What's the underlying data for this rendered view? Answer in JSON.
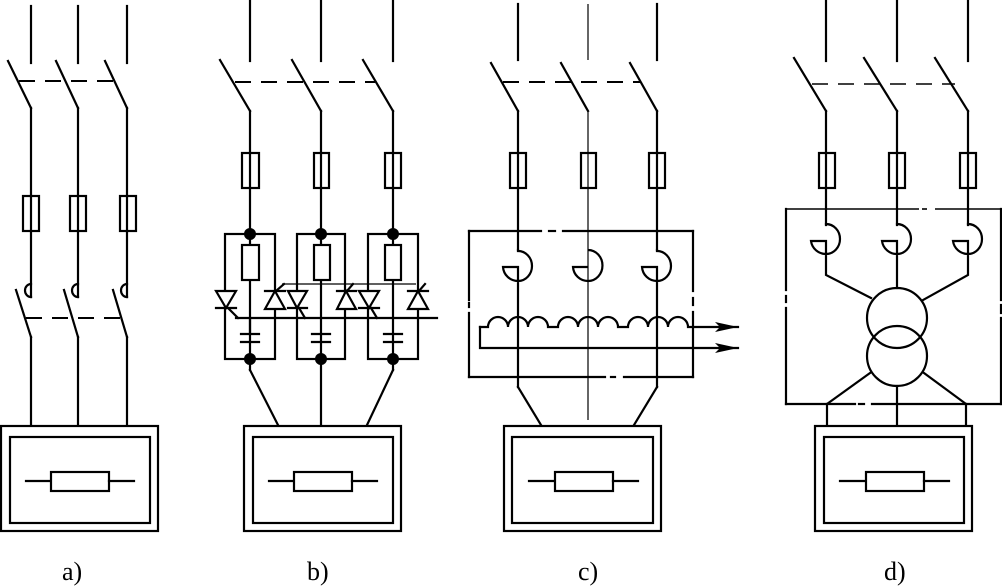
{
  "figure": {
    "type": "electrical-schematic",
    "description": "Four three-phase motor supply circuit variants, each feeding a motor/load box",
    "panels": [
      {
        "id": "a",
        "label": "a)",
        "components": [
          "3-pole isolating switch",
          "fuses",
          "thermal overload relay",
          "3-pole contactor",
          "load"
        ]
      },
      {
        "id": "b",
        "label": "b)",
        "components": [
          "3-pole isolating switch",
          "fuses",
          "anti-parallel thyristor soft starter with RC snubber",
          "load"
        ]
      },
      {
        "id": "c",
        "label": "c)",
        "components": [
          "3-pole isolating switch",
          "fuses",
          "thermal relays",
          "reactor / autotransformer starter with taps",
          "load"
        ]
      },
      {
        "id": "d",
        "label": "d)",
        "components": [
          "3-pole isolating switch",
          "fuses",
          "thermal relays",
          "two-winding transformer",
          "load"
        ]
      }
    ]
  }
}
